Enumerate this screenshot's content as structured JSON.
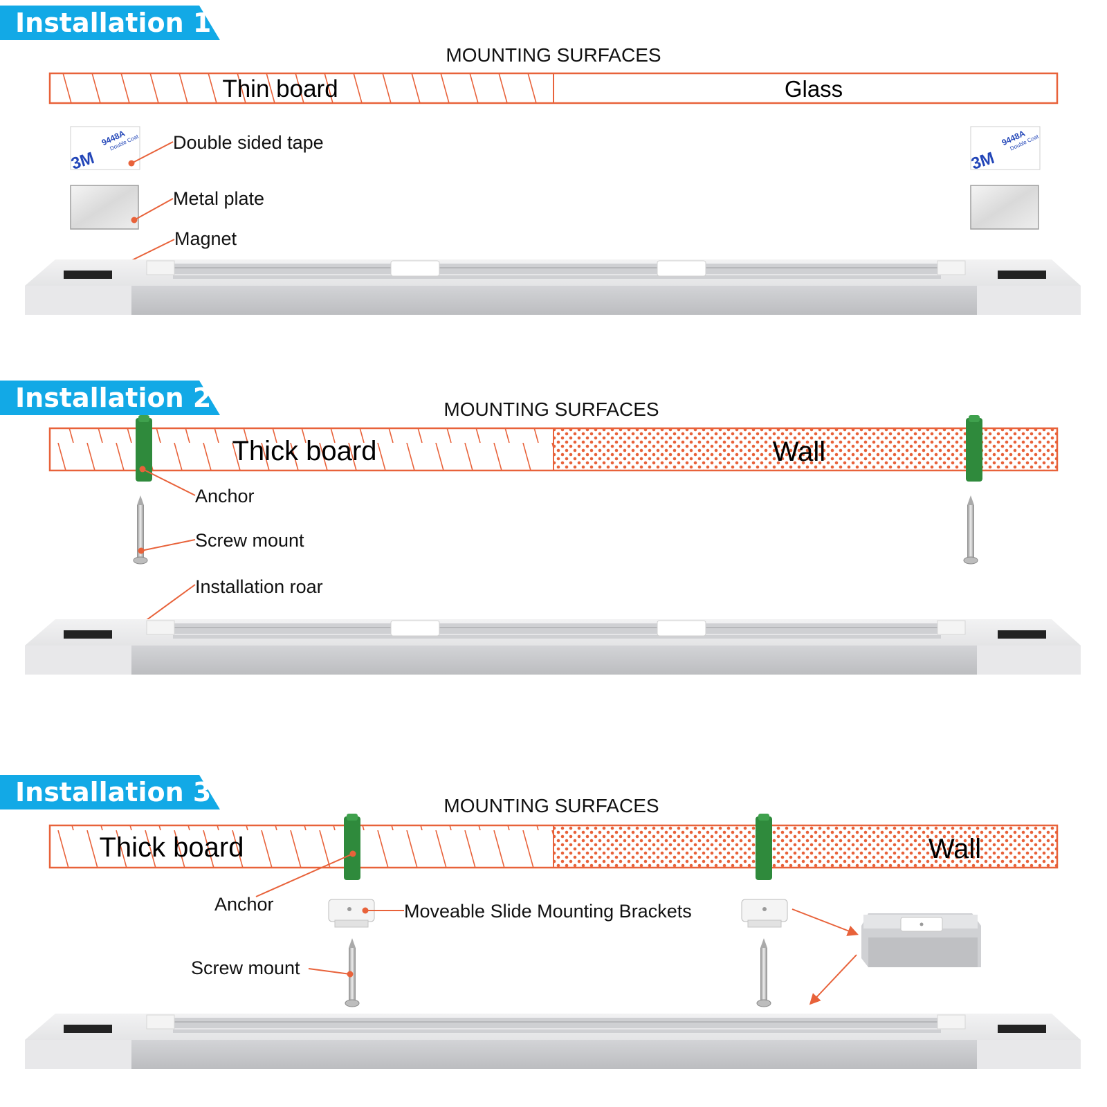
{
  "colors": {
    "banner": "#12a9e6",
    "accent": "#e8623a",
    "anchor": "#2f8a3c",
    "rail": "#d8d9dc"
  },
  "installations": [
    {
      "title": "Installation 1",
      "heading": "MOUNTING SURFACES",
      "surface_left": "Thin board",
      "surface_right": "Glass",
      "labels": {
        "tape": "Double sided tape",
        "plate": "Metal plate",
        "magnet": "Magnet"
      },
      "tape_print": {
        "brand": "3M",
        "code": "9448A",
        "sub": "Double Coat"
      }
    },
    {
      "title": "Installation 2",
      "heading": "MOUNTING SURFACES",
      "surface_left": "Thick board",
      "surface_right": "Wall",
      "labels": {
        "anchor": "Anchor",
        "screw": "Screw mount",
        "roar": "Installation roar"
      }
    },
    {
      "title": "Installation 3",
      "heading": "MOUNTING SURFACES",
      "surface_left": "Thick board",
      "surface_right": "Wall",
      "labels": {
        "anchor": "Anchor",
        "brackets": "Moveable Slide Mounting Brackets",
        "screw": "Screw mount"
      }
    }
  ]
}
